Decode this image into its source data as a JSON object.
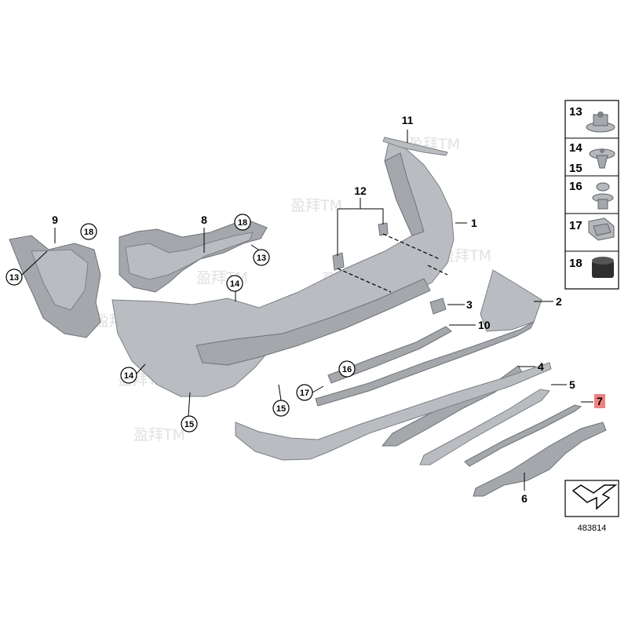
{
  "diagram": {
    "code": "483814",
    "highlight_color": "#f08080",
    "watermark": "盈拜TM",
    "labels": {
      "l1": "1",
      "l2": "2",
      "l3": "3",
      "l4": "4",
      "l5": "5",
      "l6": "6",
      "l7": "7",
      "l8": "8",
      "l9": "9",
      "l10": "10",
      "l11": "11",
      "l12": "12",
      "c13a": "13",
      "c13b": "13",
      "c14a": "14",
      "c14b": "14",
      "c15a": "15",
      "c15b": "15",
      "c16": "16",
      "c17": "17",
      "c18a": "18",
      "c18b": "18"
    },
    "legend": [
      {
        "number": "13",
        "icon": "flange-nut-icon"
      },
      {
        "number": "14",
        "sub_number": "15",
        "icon": "push-clip-icon"
      },
      {
        "number": "16",
        "icon": "expanding-rivet-icon"
      },
      {
        "number": "17",
        "icon": "clip-nut-icon"
      },
      {
        "number": "18",
        "icon": "rubber-buffer-icon"
      }
    ]
  }
}
